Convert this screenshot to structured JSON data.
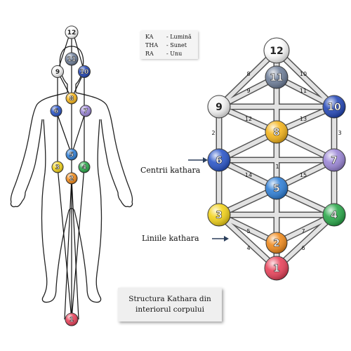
{
  "legend": [
    {
      "key": "KA",
      "value": "- Lumină"
    },
    {
      "key": "THA",
      "value": "- Sunet"
    },
    {
      "key": "RA",
      "value": "- Unu"
    }
  ],
  "labels": {
    "centers": "Centrii kathara",
    "lines": "Liniile kathara"
  },
  "caption": {
    "line1": "Structura Kathara din",
    "line2": "interiorul corpului"
  },
  "centers": [
    {
      "id": "1",
      "color": "#e8425a"
    },
    {
      "id": "2",
      "color": "#f08a1c"
    },
    {
      "id": "3",
      "color": "#f2d21a"
    },
    {
      "id": "4",
      "color": "#2aa84a"
    },
    {
      "id": "5",
      "color": "#2f7fd6"
    },
    {
      "id": "6",
      "color": "#2a55c8"
    },
    {
      "id": "7",
      "color": "#9b86d6"
    },
    {
      "id": "8",
      "color": "#f5b51c"
    },
    {
      "id": "9",
      "color": "#f4f4f4"
    },
    {
      "id": "10",
      "color": "#2548b8"
    },
    {
      "id": "11",
      "color": "#6f7f9a"
    },
    {
      "id": "12",
      "color": "#ffffff"
    }
  ],
  "line_numbers": [
    "1",
    "2",
    "3",
    "4",
    "5",
    "6",
    "7",
    "8",
    "9",
    "10",
    "11",
    "12",
    "13",
    "14",
    "15"
  ]
}
